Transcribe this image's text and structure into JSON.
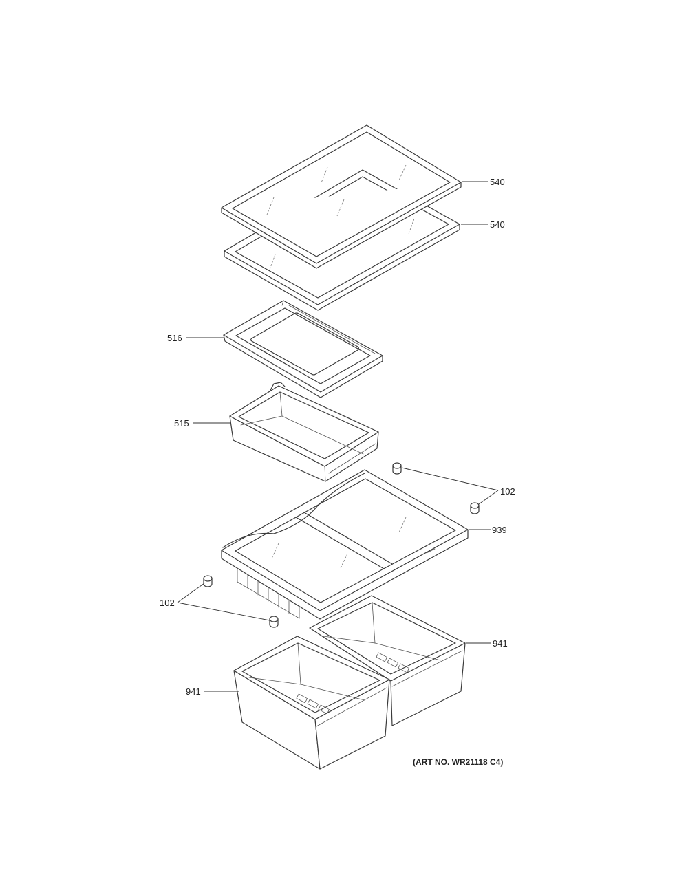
{
  "labels": {
    "glass_shelf_upper": "540",
    "glass_shelf_lower": "540",
    "shelf_516": "516",
    "drawer_515": "515",
    "clip_right": "102",
    "cover_939": "939",
    "clip_left": "102",
    "drawer_right": "941",
    "drawer_left": "941"
  },
  "art_number": "(ART NO. WR21118 C4)"
}
